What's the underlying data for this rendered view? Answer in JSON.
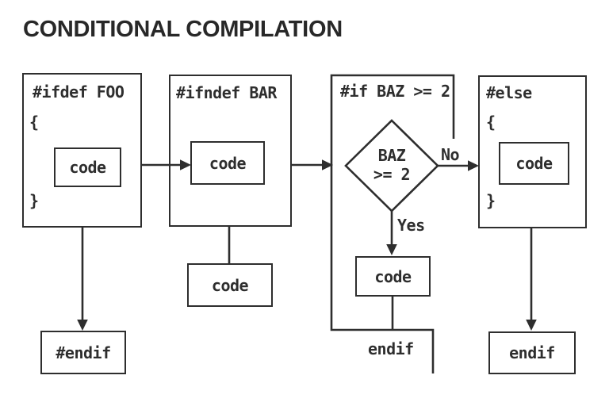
{
  "title": "CONDITIONAL COMPILATION",
  "colors": {
    "ink": "#2e2e2e",
    "background": "#ffffff"
  },
  "diagram": {
    "ifdef": {
      "header": "#ifdef FOO",
      "brace_open": "{",
      "code_label": "code",
      "brace_close": "}",
      "end_label": "#endif"
    },
    "ifndef": {
      "header": "#ifndef BAR",
      "code_label": "code",
      "below_code_label": "code"
    },
    "if_baz": {
      "header": "#if BAZ >= 2",
      "diamond_line1": "BAZ",
      "diamond_line2": ">= 2",
      "no_label": "No",
      "yes_label": "Yes",
      "code_label": "code",
      "end_label": "endif"
    },
    "else": {
      "header": "#else",
      "brace_open": "{",
      "code_label": "code",
      "brace_close": "}",
      "end_label": "endif"
    }
  }
}
